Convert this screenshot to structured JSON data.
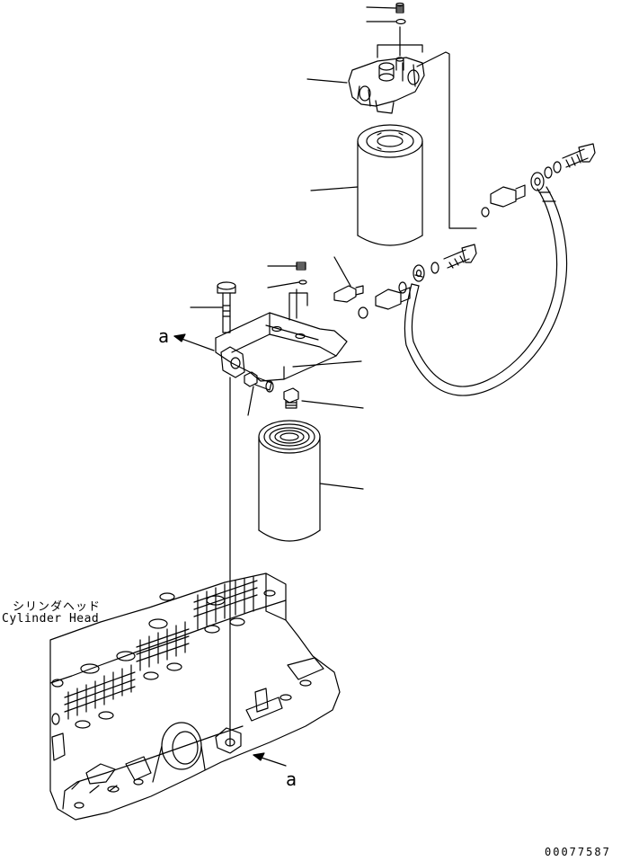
{
  "labels": {
    "cylinder_head_jp": "シリンダヘッド",
    "cylinder_head_en": "Cylinder Head",
    "view_marker_top": "a",
    "view_marker_bottom": "a",
    "drawing_number": "00077587"
  },
  "colors": {
    "line": "#000000",
    "background": "#ffffff"
  }
}
